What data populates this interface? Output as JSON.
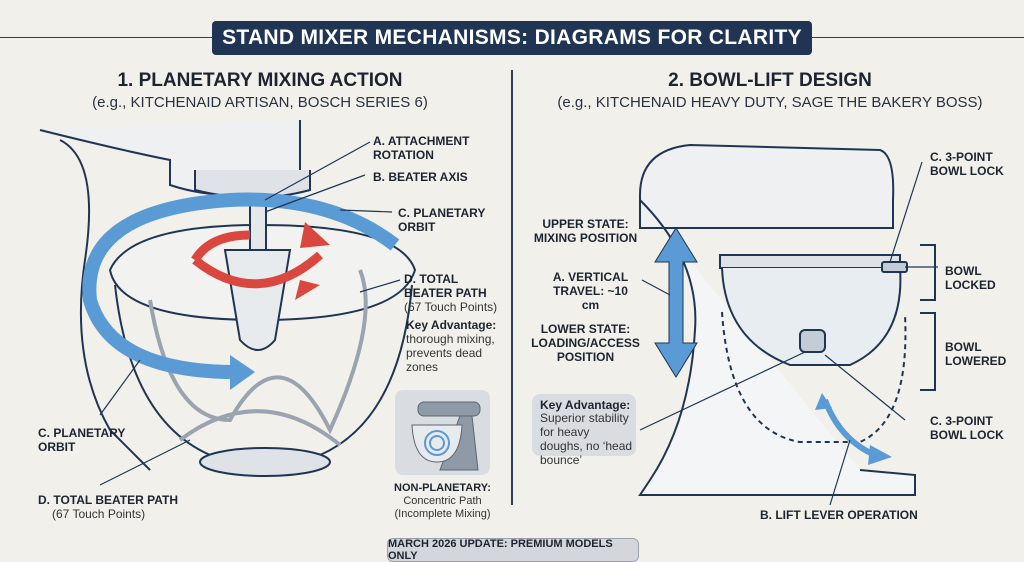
{
  "title": "STAND MIXER MECHANISMS: DIAGRAMS FOR CLARITY",
  "colors": {
    "navy": "#1f3553",
    "motion_blue": "#5b9bd5",
    "rotation_red": "#d9473f",
    "background": "#f1f0eb"
  },
  "left": {
    "heading": "1. PLANETARY MIXING ACTION",
    "subheading": "(e.g., KITCHENAID ARTISAN, BOSCH SERIES 6)",
    "labels": {
      "attachment_rotation": "A. ATTACHMENT ROTATION",
      "beater_axis": "B. BEATER AXIS",
      "planetary_orbit_right": "C. PLANETARY ORBIT",
      "total_path_right": "D. TOTAL BEATER PATH",
      "touch_points_right": "(67 Touch Points)",
      "planetary_orbit_left": "C. PLANETARY ORBIT",
      "total_path_left": "D. TOTAL BEATER PATH",
      "touch_points_left": "(67 Touch Points)"
    },
    "key_advantage": {
      "title": "Key Advantage:",
      "text": "thorough mixing, prevents dead zones"
    },
    "inset": {
      "title": "NON-PLANETARY:",
      "line1": "Concentric Path",
      "line2": "(Incomplete Mixing)"
    }
  },
  "right": {
    "heading": "2. BOWL-LIFT DESIGN",
    "subheading": "(e.g., KITCHENAID HEAVY DUTY, SAGE THE BAKERY BOSS)",
    "labels": {
      "upper_state": "UPPER STATE: MIXING POSITION",
      "vertical_travel": "A. VERTICAL TRAVEL: ~10 cm",
      "lower_state": "LOWER STATE: LOADING/ACCESS POSITION",
      "bowl_lock_top": "C. 3-POINT BOWL LOCK",
      "bowl_locked": "BOWL LOCKED",
      "bowl_lowered": "BOWL LOWERED",
      "bowl_lock_bottom": "C. 3-POINT BOWL LOCK",
      "lift_lever": "B. LIFT LEVER OPERATION"
    },
    "key_advantage": {
      "title": "Key Advantage:",
      "text": "Superior stability for heavy doughs, no ‘head bounce’"
    }
  },
  "footer": "MARCH 2026 UPDATE: PREMIUM MODELS ONLY"
}
